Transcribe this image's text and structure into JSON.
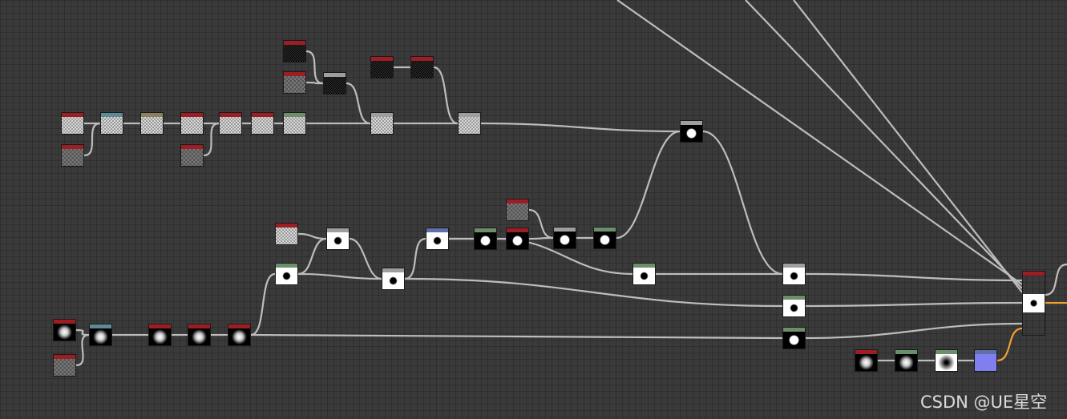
{
  "canvas": {
    "background": "#3a3a3a",
    "wire_color": "#bdbdbd",
    "output_wire_color": "#f0a030"
  },
  "header_colors": {
    "input": "#9c1d22",
    "blend": "#9e9e9e",
    "filter": "#6a8f6a",
    "teal": "#5d8a94",
    "tan": "#8a8060",
    "blue": "#5f6fa8",
    "output": "#9c1d22"
  },
  "thumbnails": [
    "noise",
    "dark-noise",
    "gray-noise",
    "blob-black",
    "blob-white",
    "radial",
    "radial-inverted",
    "flat-purple",
    "output"
  ],
  "node_count": 46,
  "watermark": "CSDN @UE星空"
}
